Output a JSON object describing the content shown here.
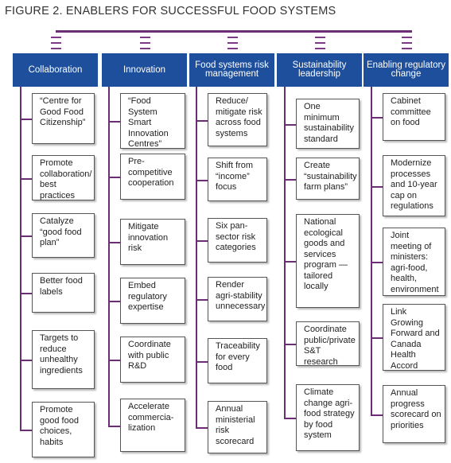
{
  "figure_title": "FIGURE 2. ENABLERS FOR SUCCESSFUL FOOD SYSTEMS",
  "columns": [
    {
      "header": "Collaboration",
      "items": [
        "“Centre for Good Food Citizenship”",
        "Promote collaboration/ best practices",
        "Catalyze “good food plan”",
        "Better food labels",
        "Targets to reduce unhealthy ingredients",
        "Promote good food choices, habits"
      ]
    },
    {
      "header": "Innovation",
      "items": [
        "“Food System Smart Innovation Centres”",
        "Pre-competitive cooperation",
        "Mitigate innovation risk",
        "Embed regulatory expertise",
        "Coordinate with public R&D",
        "Accelerate commercia-lization"
      ]
    },
    {
      "header": "Food systems risk management",
      "items": [
        "Reduce/ mitigate risk across food systems",
        "Shift from “income” focus",
        "Six pan-sector risk categories",
        "Render agri-stability unnecessary",
        "Traceability for every food",
        "Annual ministerial risk scorecard"
      ]
    },
    {
      "header": "Sustainability leadership",
      "items": [
        "One minimum sustainability standard",
        "Create “sustainability farm plans”",
        "National ecological goods and services program — tailored locally",
        "Coordinate public/private S&T research",
        "Climate change agri-food strategy by food system"
      ]
    },
    {
      "header": "Enabling regulatory change",
      "items": [
        "Cabinet committee on food",
        "Modernize processes and 10-year cap on regulations",
        "Joint meeting of ministers: agri-food, health, environment",
        "Link Growing Forward and Canada Health Accord",
        "Annual progress scorecard on priorities"
      ]
    }
  ]
}
